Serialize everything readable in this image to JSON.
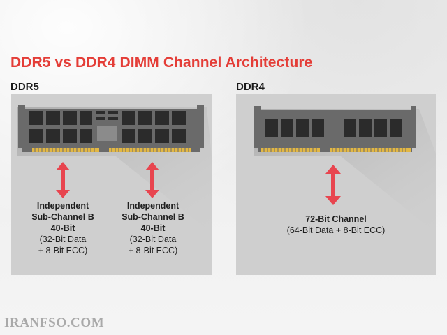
{
  "title": "DDR5 vs DDR4 DIMM Channel Architecture",
  "colors": {
    "title": "#e43d37",
    "arrow": "#e8454f",
    "panel": "#cfcfcf",
    "module": "#6a6a6a",
    "chip": "#2b2b2b",
    "contacts": "#e2b744"
  },
  "ddr5": {
    "label": "DDR5",
    "subchannels": [
      {
        "lines": [
          "Independent",
          "Sub-Channel B",
          "40-Bit"
        ],
        "detail": [
          "(32-Bit Data",
          "+ 8-Bit ECC)"
        ]
      },
      {
        "lines": [
          "Independent",
          "Sub-Channel B",
          "40-Bit"
        ],
        "detail": [
          "(32-Bit Data",
          "+ 8-Bit ECC)"
        ]
      }
    ]
  },
  "ddr4": {
    "label": "DDR4",
    "channel": {
      "line": "72-Bit Channel",
      "detail": "(64-Bit Data + 8-Bit ECC)"
    }
  },
  "watermark": "IRANFSO.COM"
}
